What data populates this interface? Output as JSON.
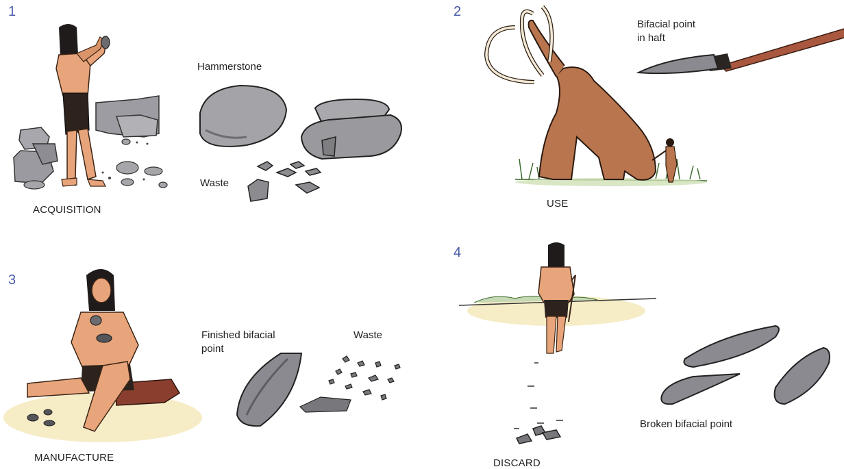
{
  "panels": [
    {
      "number": "1",
      "caption": "ACQUISITION",
      "labels": {
        "hammerstone": "Hammerstone",
        "waste": "Waste"
      }
    },
    {
      "number": "2",
      "caption": "USE",
      "labels": {
        "point_in_haft": "Bifacial point\nin haft"
      }
    },
    {
      "number": "3",
      "caption": "MANUFACTURE",
      "labels": {
        "finished_point": "Finished bifacial\npoint",
        "waste": "Waste"
      }
    },
    {
      "number": "4",
      "caption": "DISCARD",
      "labels": {
        "broken_point": "Broken bifacial point"
      }
    }
  ],
  "colors": {
    "panel_number": "#4a5aa8",
    "stone": "#8e8e92",
    "skin": "#e8a47a",
    "mammoth": "#b9764e",
    "ground": "#f6ecc6",
    "grass": "#3e6b2f"
  }
}
